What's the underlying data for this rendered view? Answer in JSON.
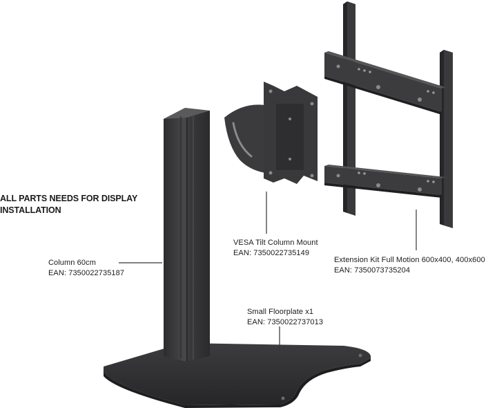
{
  "heading": {
    "line1": "ALL PARTS NEEDS FOR DISPLAY",
    "line2": "INSTALLATION"
  },
  "parts": {
    "column": {
      "name": "Column 60cm",
      "ean": "EAN: 7350022735187"
    },
    "vesa": {
      "name": "VESA Tilt Column Mount",
      "ean": "EAN: 7350022735149"
    },
    "extension": {
      "name": "Extension Kit Full Motion 600x400, 400x600",
      "ean": "EAN: 7350073735204"
    },
    "floorplate": {
      "name": "Small Floorplate x1",
      "ean": "EAN: 7350022737013"
    }
  },
  "colors": {
    "background": "#ffffff",
    "metal": "#3a3a3c",
    "text": "#1a1a1a"
  }
}
